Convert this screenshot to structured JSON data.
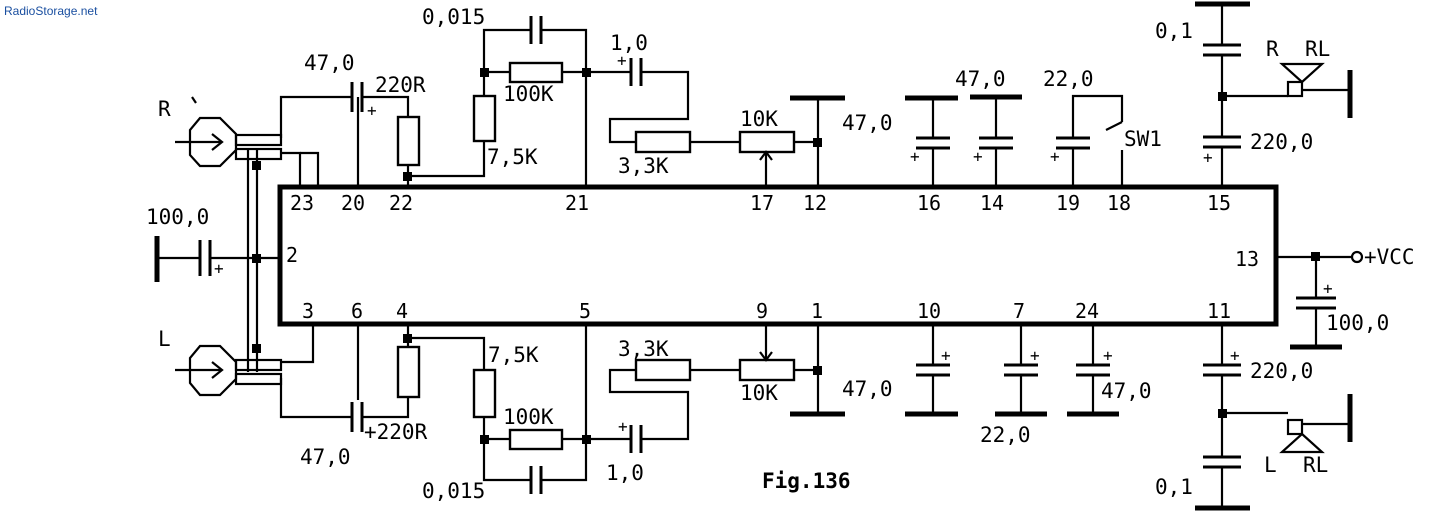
{
  "watermark": "RadioStorage.net",
  "figure_caption": "Fig.136",
  "chip": {
    "pins_top": [
      "23",
      "20",
      "22",
      "21",
      "17",
      "12",
      "16",
      "14",
      "19",
      "18",
      "15"
    ],
    "pins_bottom": [
      "3",
      "6",
      "4",
      "5",
      "9",
      "1",
      "10",
      "7",
      "24",
      "11"
    ],
    "pin_left": "2",
    "pin_right": "13"
  },
  "inputs": {
    "right": "R",
    "left": "L"
  },
  "supply": "+VCC",
  "switch": "SW1",
  "speakers": {
    "right": {
      "channel": "R",
      "name": "RL"
    },
    "left": {
      "channel": "L",
      "name": "RL"
    }
  },
  "components_top": {
    "c_input_r": "47,0",
    "r_220_r": "220R",
    "c_0015_top": "0,015",
    "r_75k_top": "7,5K",
    "r_100k_top": "100K",
    "c_10_top": "1,0",
    "r_33k_top": "3,3K",
    "pot_10k_top": "10K",
    "c_pin16": "47,0",
    "c_pin14": "47,0",
    "c_pin19": "22,0",
    "c_01_top": "0,1",
    "c_220_top": "220,0"
  },
  "components_bottom": {
    "c_input_l": "47,0",
    "r_220_l": "+220R",
    "c_0015_bottom": "0,015",
    "r_75k_bottom": "7,5K",
    "r_100k_bottom": "100K",
    "c_10_bottom": "1,0",
    "r_33k_bottom": "3,3K",
    "pot_10k_bottom": "10K",
    "c_pin10": "47,0",
    "c_pin7": "22,0",
    "c_pin24": "47,0",
    "c_01_bottom": "0,1",
    "c_220_bottom": "220,0"
  },
  "components_side": {
    "c_pin2": "100,0",
    "c_vcc": "100,0"
  }
}
